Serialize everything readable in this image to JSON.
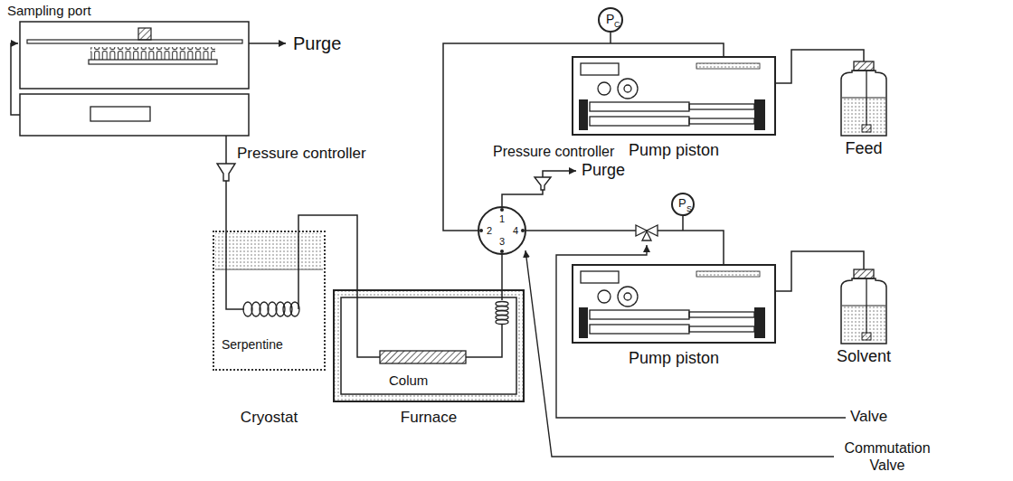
{
  "diagram": {
    "nodes": [
      {
        "text": [
          "Sampling port"
        ]
      },
      {
        "text": [
          "P",
          "C"
        ]
      },
      {
        "text": [
          "Pump piston"
        ]
      },
      {
        "text": [
          "Feed"
        ]
      },
      {
        "text": [
          "1",
          "2",
          "3",
          "4"
        ]
      },
      {
        "text": [
          "P",
          "S"
        ]
      },
      {
        "text": [
          "Pump piston"
        ]
      },
      {
        "text": [
          "Solvent"
        ]
      },
      {
        "text": [
          "Serpentine",
          "Cryostat"
        ]
      },
      {
        "text": [
          "Colum",
          "Furnace"
        ]
      }
    ],
    "edges": [
      {
        "from": 3,
        "to": 2,
        "arrow": "none"
      },
      {
        "from": 2,
        "to": 4,
        "arrow": "none"
      },
      {
        "from": 7,
        "to": 6,
        "arrow": "none"
      },
      {
        "from": 6,
        "to": 4,
        "arrow": "none"
      },
      {
        "from": 4,
        "to": 9,
        "arrow": "none"
      },
      {
        "from": 9,
        "to": 8,
        "arrow": "none"
      },
      {
        "from": 8,
        "to": 0,
        "arrow": "none"
      }
    ],
    "labels": [
      "Purge",
      "Pressure controller",
      "Pressure controller",
      "Purge",
      "Valve",
      "Commutation Valve"
    ]
  }
}
